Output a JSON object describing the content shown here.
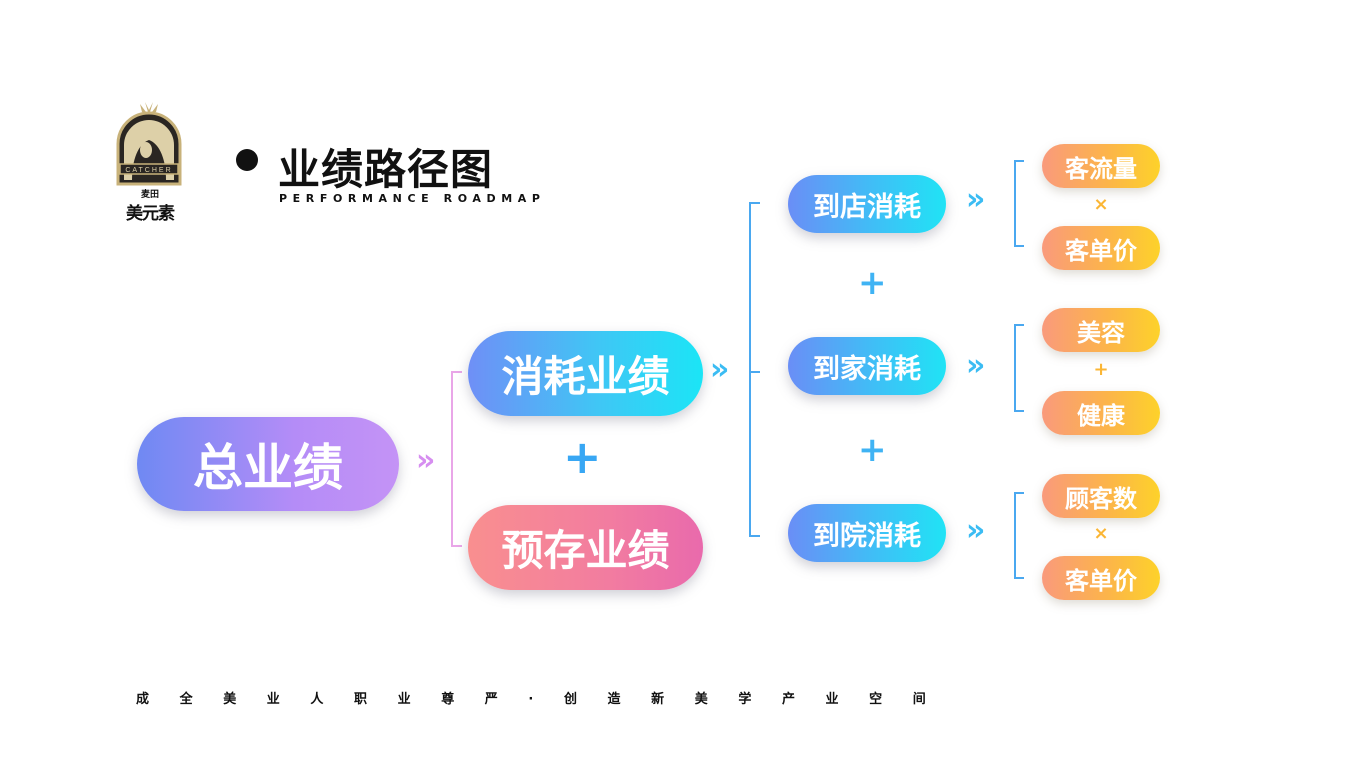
{
  "logo": {
    "small_text": "麦田",
    "brand_text": "美元素",
    "ribbon_text": "CATCHER"
  },
  "header": {
    "title": "业绩路径图",
    "subtitle": "PERFORMANCE ROADMAP"
  },
  "tree": {
    "root": "总业绩",
    "level2": {
      "consume": "消耗业绩",
      "prestore": "预存业绩",
      "plus": "+"
    },
    "level3": [
      {
        "label": "到店消耗",
        "factors": [
          "客流量",
          "客单价"
        ],
        "operator": "×"
      },
      {
        "label": "到家消耗",
        "factors": [
          "美容",
          "健康"
        ],
        "operator": "+"
      },
      {
        "label": "到院消耗",
        "factors": [
          "顾客数",
          "客单价"
        ],
        "operator": "×"
      }
    ],
    "level3_plus": "+",
    "arrow": "»"
  },
  "footer": {
    "slogan": "成全美业人职业尊严·创造新美学产业空间"
  },
  "colors": {
    "blue_accent": "#38a7f4",
    "orange_accent": "#fbb635",
    "pink_bracket": "#e9a6e8",
    "blue_bracket": "#4aa8f0"
  }
}
